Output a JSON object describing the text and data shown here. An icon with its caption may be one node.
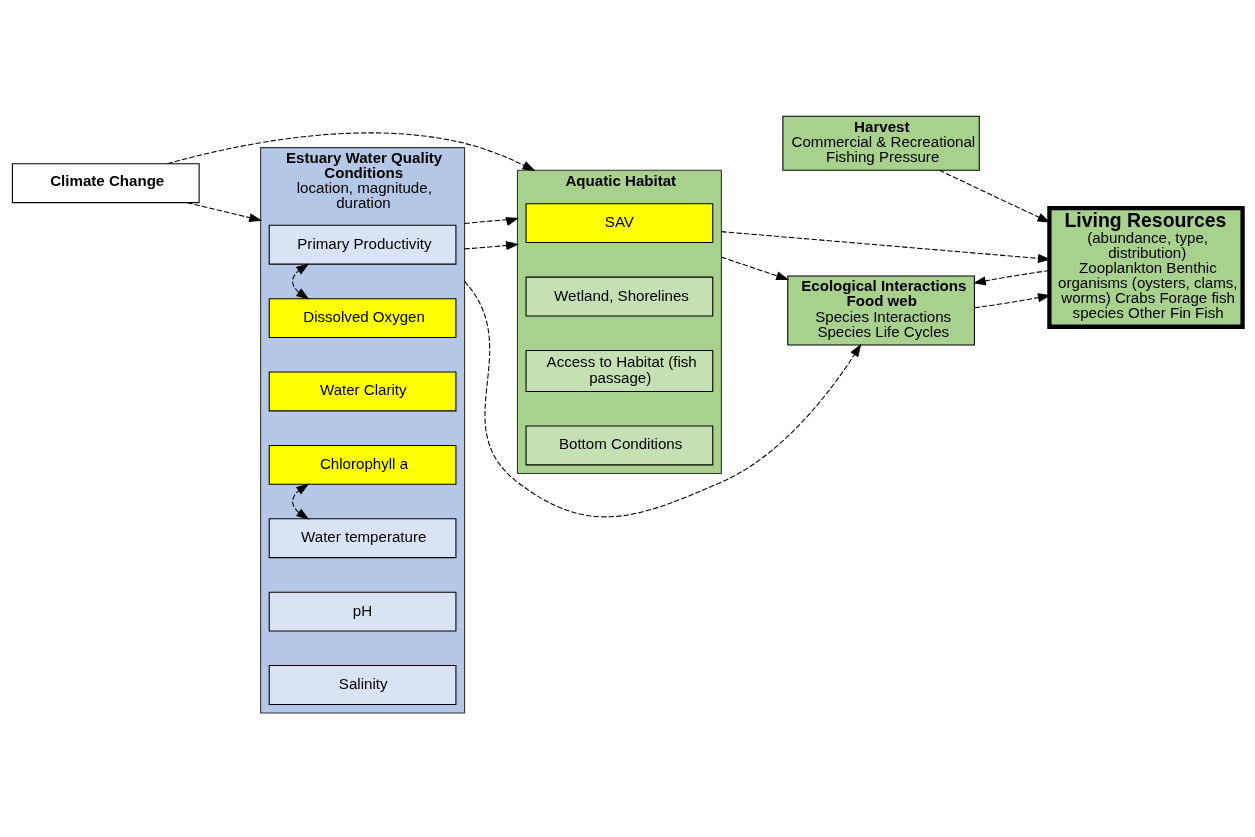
{
  "diagram": {
    "nodes": [
      {
        "text": [
          "Estuary Water Quality Conditions",
          "location, magnitude, duration"
        ]
      },
      {
        "text": [
          "Primary Productivity"
        ],
        "in": 0
      },
      {
        "text": [
          "Dissolved Oxygen"
        ],
        "in": 0
      },
      {
        "text": [
          "Water Clarity"
        ],
        "in": 0
      },
      {
        "text": [
          "Chlorophyll a"
        ],
        "in": 0
      },
      {
        "text": [
          "Water temperature"
        ],
        "in": 0
      },
      {
        "text": [
          "pH"
        ],
        "in": 0
      },
      {
        "text": [
          "Salinity"
        ],
        "in": 0
      },
      {
        "text": [
          "Aquatic Habitat"
        ]
      },
      {
        "text": [
          "SAV"
        ],
        "in": 8
      },
      {
        "text": [
          "Wetland, Shorelines"
        ],
        "in": 8
      },
      {
        "text": [
          "Access to Habitat (fish passage)"
        ],
        "in": 8
      },
      {
        "text": [
          "Bottom Conditions"
        ],
        "in": 8
      },
      {
        "text": [
          "Ecological Interactions Food web",
          "Species Interactions Species Life Cycles"
        ]
      },
      {
        "text": [
          "Living Resources",
          "(abundance, type, distribution)",
          "Zooplankton Benthic organisms (oysters, clams, worms) Crabs Forage fish species Other Fin Fish"
        ]
      },
      {
        "text": [
          "Climate Change"
        ]
      },
      {
        "text": [
          "Harvest",
          "Commercial & Recreational Fishing Pressure"
        ]
      }
    ],
    "edges": [
      {
        "from": 0,
        "to": 13,
        "arrow": "to",
        "style": "dashed"
      },
      {
        "from": 1,
        "to": 2,
        "arrow": "both",
        "style": "dashed"
      },
      {
        "from": 4,
        "to": 5,
        "arrow": "both",
        "style": "dashed"
      },
      {
        "from": 0,
        "to": 8,
        "arrow": "to",
        "style": "dashed"
      },
      {
        "from": 0,
        "to": 8,
        "arrow": "to",
        "style": "dashed"
      },
      {
        "from": 8,
        "to": 13,
        "arrow": "to",
        "style": "dashed"
      },
      {
        "from": 8,
        "to": 14,
        "arrow": "to",
        "style": "dashed"
      },
      {
        "from": 13,
        "to": 14,
        "arrow": "to",
        "style": "dashed"
      },
      {
        "from": 14,
        "to": 13,
        "arrow": "to",
        "style": "dashed"
      },
      {
        "from": 15,
        "to": 0,
        "arrow": "to",
        "style": "dashed"
      },
      {
        "from": 15,
        "to": 8,
        "arrow": "to",
        "style": "dashed"
      },
      {
        "from": 16,
        "to": 14,
        "arrow": "to",
        "style": "dashed"
      }
    ]
  }
}
